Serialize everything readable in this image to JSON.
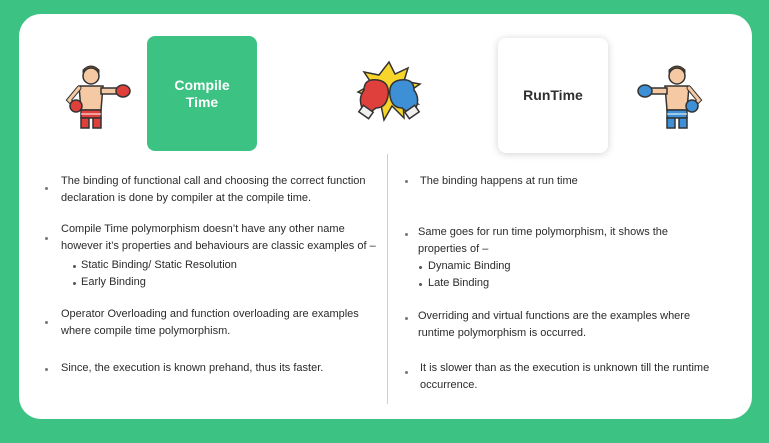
{
  "left": {
    "title_line1": "Compile",
    "title_line2": "Time",
    "items": [
      {
        "line1": "The binding of functional call and choosing the correct function",
        "line2": "declaration is done by compiler at the compile time."
      },
      {
        "line1": "Compile Time polymorphism doesn’t have any other name",
        "line2": "however it’s properties and behaviours are classic examples of –"
      },
      {
        "line1": "Operator Overloading and function overloading are examples",
        "line2": "where compile time polymorphism."
      },
      {
        "line1": "Since, the execution is known prehand, thus its faster."
      }
    ],
    "sub_items": [
      "Static Binding/ Static Resolution",
      "Early Binding"
    ]
  },
  "right": {
    "title": "RunTime",
    "items": [
      {
        "line1": "The binding happens at run time"
      },
      {
        "line1": "Same goes for run time polymorphism, it shows the",
        "line2": "properties of –"
      },
      {
        "line1": "Overriding and virtual functions are the examples where",
        "line2": "runtime polymorphism is occurred."
      },
      {
        "line1": "It is slower than as the execution is unknown till the runtime",
        "line2": "occurrence."
      }
    ],
    "sub_items": [
      "Dynamic Binding",
      "Late Binding"
    ]
  },
  "icons": {
    "left": "boxer-red-gloves-icon",
    "center": "crossed-boxing-gloves-icon",
    "right": "boxer-blue-gloves-icon"
  },
  "colors": {
    "brand_green": "#3cc283",
    "red_glove": "#e0403c",
    "blue_glove": "#3d8fd6"
  }
}
